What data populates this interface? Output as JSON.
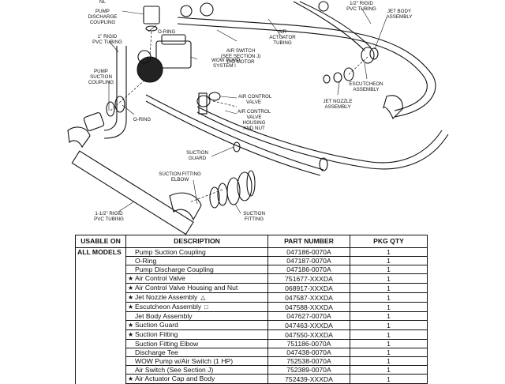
{
  "diagram": {
    "labels": {
      "top_fragment": "NL",
      "pump_discharge": [
        "PUMP",
        "DISCHARGE",
        "COUPLING"
      ],
      "oring_top": "O-RING",
      "rigid_pvc_1in": [
        "1\" RIGID",
        "PVC TUBING"
      ],
      "air_actuator_tubing": [
        "AIR",
        "ACTUATOR",
        "TUBING"
      ],
      "air_switch": [
        "AIR SWITCH",
        "(SEE SECTION J)",
        "P/O MOTOR"
      ],
      "wow_pump": [
        "WOW PUMP",
        "SYSTEM I"
      ],
      "pump_suction": [
        "PUMP",
        "SUCTION",
        "COUPLING"
      ],
      "oring_mid": "O-RING",
      "air_control_valve": [
        "AIR CONTROL",
        "VALVE"
      ],
      "air_control_housing": [
        "AIR CONTROL",
        "VALVE",
        "HOUSING",
        "AND NUT"
      ],
      "rigid_pvc_half": [
        "1/2\" RIGID",
        "PVC TUBING"
      ],
      "jet_body": [
        "JET BODY",
        "ASSEMBLY"
      ],
      "escutcheon": [
        "ESCUTCHEON",
        "ASSEMBLY"
      ],
      "jet_nozzle": [
        "JET NOZZLE",
        "ASSEMBLY"
      ],
      "suction_guard": [
        "SUCTION",
        "GUARD"
      ],
      "suction_elbow": [
        "SUCTION FITTING",
        "ELBOW"
      ],
      "rigid_pvc_15": [
        "1-1/2\" RIGID",
        "PVC TUBING"
      ],
      "suction_fitting": [
        "SUCTION",
        "FITTING"
      ]
    }
  },
  "table": {
    "headers": [
      "USABLE ON",
      "DESCRIPTION",
      "PART NUMBER",
      "PKG QTY"
    ],
    "usable_on": "ALL MODELS",
    "rows": [
      {
        "star": "",
        "desc": "Pump Suction Coupling",
        "sym": "",
        "pn": "047186-0070A",
        "qty": "1"
      },
      {
        "star": "",
        "desc": "O-Ring",
        "sym": "",
        "pn": "047187-0070A",
        "qty": "1"
      },
      {
        "star": "",
        "desc": "Pump Discharge Coupling",
        "sym": "",
        "pn": "047186-0070A",
        "qty": "1"
      },
      {
        "star": "★",
        "desc": "Air Control Valve",
        "sym": "",
        "pn": "751677-XXXDA",
        "qty": "1"
      },
      {
        "star": "★",
        "desc": "Air Control Valve Housing and Nut",
        "sym": "",
        "pn": "068917-XXXDA",
        "qty": "1"
      },
      {
        "star": "★",
        "desc": "Jet Nozzle Assembly",
        "sym": "△",
        "pn": "047587-XXXDA",
        "qty": "1"
      },
      {
        "star": "★",
        "desc": "Escutcheon Assembly",
        "sym": "□",
        "pn": "047588-XXXDA",
        "qty": "1"
      },
      {
        "star": "",
        "desc": "Jet Body Assembly",
        "sym": "",
        "pn": "047627-0070A",
        "qty": "1"
      },
      {
        "star": "★",
        "desc": "Suction Guard",
        "sym": "",
        "pn": "047463-XXXDA",
        "qty": "1"
      },
      {
        "star": "★",
        "desc": "Suction Fitting",
        "sym": "",
        "pn": "047550-XXXDA",
        "qty": "1"
      },
      {
        "star": "",
        "desc": "Suction Fitting Elbow",
        "sym": "",
        "pn": "751186-0070A",
        "qty": "1"
      },
      {
        "star": "",
        "desc": "Discharge Tee",
        "sym": "",
        "pn": "047438-0070A",
        "qty": "1"
      },
      {
        "star": "",
        "desc": "WOW Pump w/Air Switch (1 HP)",
        "sym": "",
        "pn": "752538-0070A",
        "qty": "1"
      },
      {
        "star": "",
        "desc": "Air Switch (See Section J)",
        "sym": "",
        "pn": "752389-0070A",
        "qty": "1"
      },
      {
        "star": "★",
        "desc": "Air Actuator Cap and Body",
        "sym": "",
        "pn": "752439-XXXDA",
        "qty": "1"
      }
    ]
  }
}
